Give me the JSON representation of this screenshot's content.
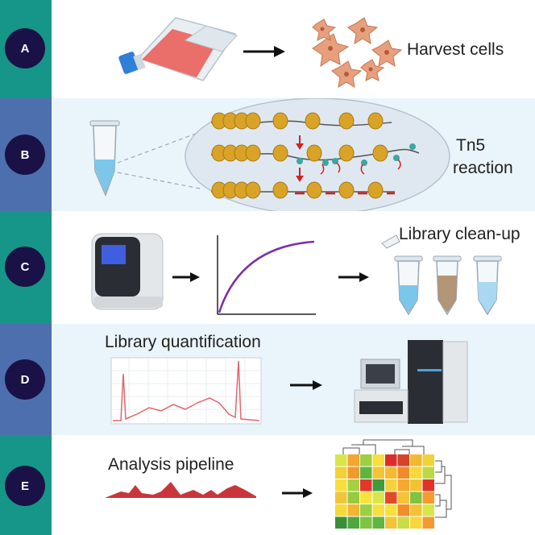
{
  "steps": [
    {
      "letter": "A",
      "label": "Harvest cells"
    },
    {
      "letter": "B",
      "label_line1": "Tn5",
      "label_line2": "reaction"
    },
    {
      "letter": "C",
      "label": "Library clean-up"
    },
    {
      "letter": "D",
      "label": "Library quantification"
    },
    {
      "letter": "E",
      "label": "Analysis pipeline"
    }
  ],
  "colors": {
    "teal_band": "#169688",
    "blue_band": "#4e6fae",
    "light_panel": "#eaf4fb",
    "step_circle": "#1a1147",
    "nucleosome": "#d9a328",
    "red_arrow": "#d6201f",
    "trace": "#e0676d",
    "curve": "#7b2fa5"
  },
  "heatmap": {
    "rows": [
      [
        "#d8e64a",
        "#f2a52f",
        "#9fce42",
        "#f8e03c",
        "#e02b2b",
        "#d84226",
        "#f4b732",
        "#f0d338"
      ],
      [
        "#f0d236",
        "#f09a2e",
        "#5fb540",
        "#f4c336",
        "#f3bb32",
        "#f28a2a",
        "#f7d83b",
        "#bcd845"
      ],
      [
        "#f7df3b",
        "#a6d044",
        "#e5362b",
        "#3f9b3b",
        "#f6d13a",
        "#f8a831",
        "#f3c134",
        "#e3312a"
      ],
      [
        "#f0c538",
        "#95ca42",
        "#f8e23c",
        "#d8e64a",
        "#e4482a",
        "#f4c336",
        "#82c141",
        "#f59b2f"
      ],
      [
        "#f6d83a",
        "#f3b531",
        "#9bcf44",
        "#f8e03c",
        "#f9e13d",
        "#f28d2c",
        "#f4c236",
        "#d8e64a"
      ],
      [
        "#3a8f38",
        "#4ea73f",
        "#7ec342",
        "#5fb540",
        "#f4c336",
        "#c7dc47",
        "#f9d63a",
        "#f29a30"
      ]
    ]
  }
}
